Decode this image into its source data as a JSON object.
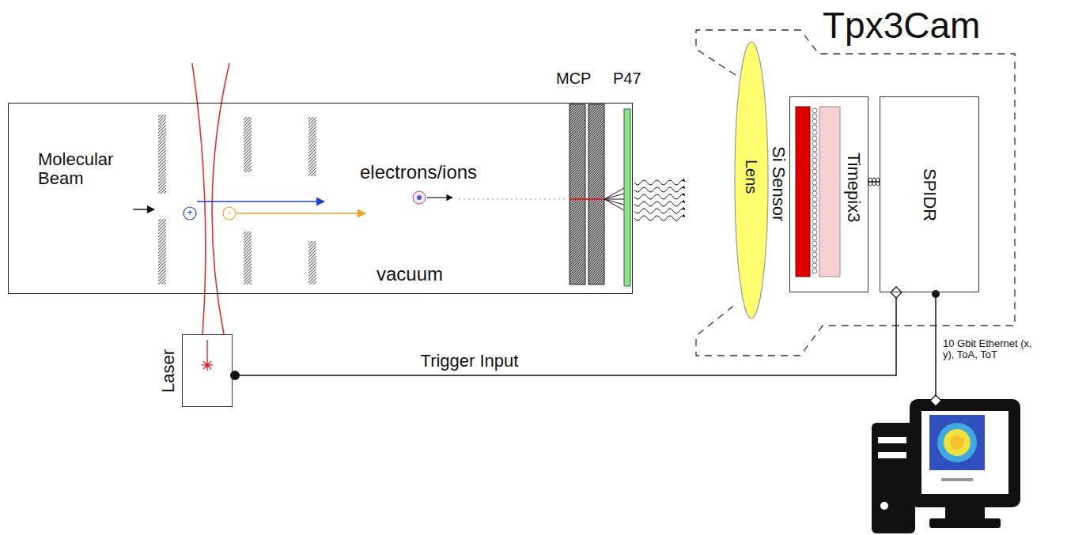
{
  "diagram": {
    "nodes": [
      {
        "text": [
          "vacuum"
        ]
      },
      {
        "text": [
          "Tpx3Cam"
        ]
      },
      {
        "text": [
          "Lens"
        ],
        "in": 1
      },
      {
        "text": [
          "Si Sensor",
          "Timepix3"
        ],
        "in": 1
      },
      {
        "text": [
          "SPIDR"
        ],
        "in": 1
      },
      {
        "text": [
          "Laser"
        ]
      }
    ],
    "edges": [
      {
        "from": 3,
        "to": 4,
        "arrow": "none"
      },
      {
        "from": 5,
        "to": 4,
        "arrow": "none",
        "label": "Trigger Input"
      }
    ],
    "labels": [
      "Molecular Beam",
      "+",
      "-",
      "electrons/ions",
      "MCP",
      "P47",
      "10 Gbit Ethernet (x, y), ToA, ToT"
    ]
  }
}
